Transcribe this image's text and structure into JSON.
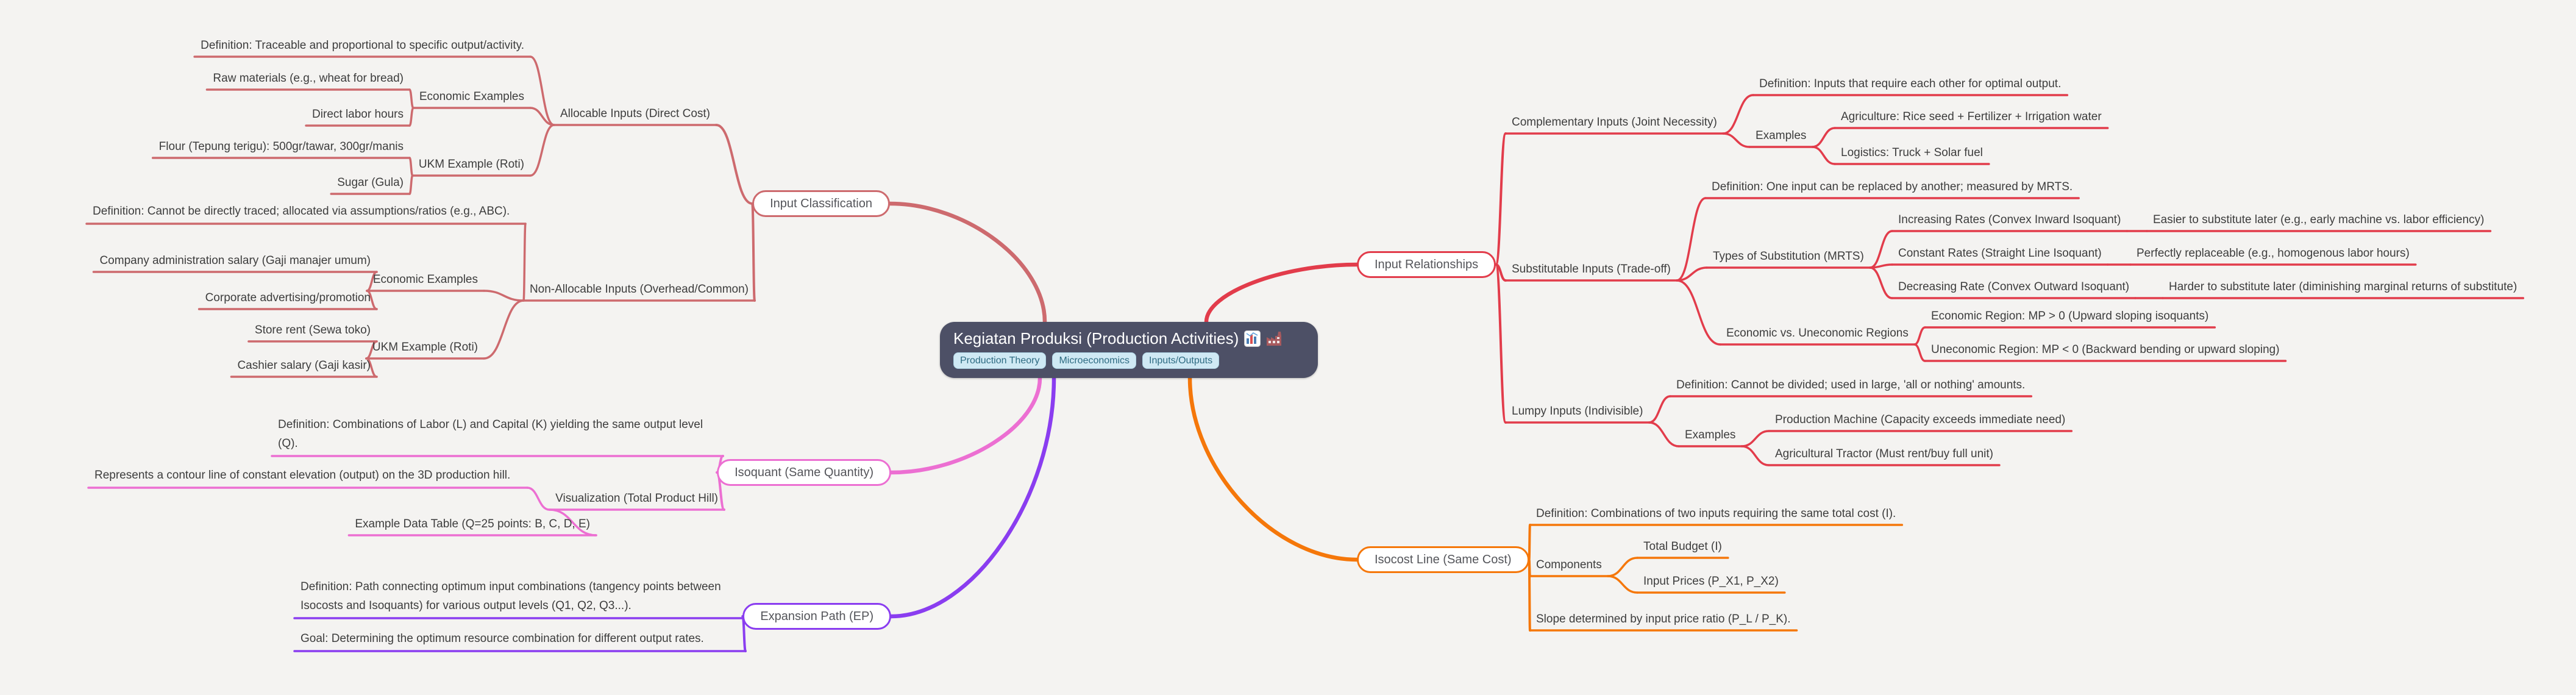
{
  "root": {
    "title": "Kegiatan Produksi (Production Activities)",
    "icons": [
      "bar-chart-icon",
      "factory-icon"
    ],
    "tags": [
      "Production Theory",
      "Microeconomics",
      "Inputs/Outputs"
    ]
  },
  "colors": {
    "background": "#f4f3f1",
    "root_box_bg": "#4d5066",
    "root_title_text": "#ffffff",
    "tag_bg": "#cfe9f4",
    "tag_text": "#2e6b82",
    "leaf_text": "#3d3d3d",
    "box_text": "#54555a",
    "b1": "#cd6a6e",
    "b2": "#e23c4b",
    "b3": "#ec6fd2",
    "b4": "#f5770a",
    "b5": "#8a3df0"
  },
  "map": {
    "input_classification": {
      "label": "Input Classification",
      "allocable": {
        "label": "Allocable Inputs (Direct Cost)",
        "definition": "Definition: Traceable and proportional to specific output/activity.",
        "economic_examples": {
          "label": "Economic Examples",
          "items": [
            "Raw materials (e.g., wheat for bread)",
            "Direct labor hours"
          ]
        },
        "ukm_example": {
          "label": "UKM Example (Roti)",
          "items": [
            "Flour (Tepung terigu): 500gr/tawar, 300gr/manis",
            "Sugar (Gula)"
          ]
        }
      },
      "non_allocable": {
        "label": "Non-Allocable Inputs (Overhead/Common)",
        "definition": "Definition: Cannot be directly traced; allocated via assumptions/ratios (e.g., ABC).",
        "economic_examples": {
          "label": "Economic Examples",
          "items": [
            "Company administration salary (Gaji manajer umum)",
            "Corporate advertising/promotion"
          ]
        },
        "ukm_example": {
          "label": "UKM Example (Roti)",
          "items": [
            "Store rent (Sewa toko)",
            "Cashier salary (Gaji kasir)"
          ]
        }
      }
    },
    "input_relationships": {
      "label": "Input Relationships",
      "complementary": {
        "label": "Complementary Inputs (Joint Necessity)",
        "definition": "Definition: Inputs that require each other for optimal output.",
        "examples": {
          "label": "Examples",
          "items": [
            "Agriculture: Rice seed + Fertilizer + Irrigation water",
            "Logistics: Truck + Solar fuel"
          ]
        }
      },
      "substitutable": {
        "label": "Substitutable Inputs (Trade-off)",
        "definition": "Definition: One input can be replaced by another; measured by MRTS.",
        "types": {
          "label": "Types of Substitution (MRTS)",
          "increasing": {
            "label": "Increasing Rates (Convex Inward Isoquant)",
            "note": "Easier to substitute later (e.g., early machine vs. labor efficiency)"
          },
          "constant": {
            "label": "Constant Rates (Straight Line Isoquant)",
            "note": "Perfectly replaceable (e.g., homogenous labor hours)"
          },
          "decreasing": {
            "label": "Decreasing Rate (Convex Outward Isoquant)",
            "note": "Harder to substitute later (diminishing marginal returns of substitute)"
          }
        },
        "regions": {
          "label": "Economic vs. Uneconomic Regions",
          "economic": "Economic Region: MP > 0 (Upward sloping isoquants)",
          "uneconomic": "Uneconomic Region: MP < 0 (Backward bending or upward sloping)"
        }
      },
      "lumpy": {
        "label": "Lumpy Inputs (Indivisible)",
        "definition": "Definition: Cannot be divided; used in large, 'all or nothing' amounts.",
        "examples": {
          "label": "Examples",
          "items": [
            "Production Machine (Capacity exceeds immediate need)",
            "Agricultural Tractor (Must rent/buy full unit)"
          ]
        }
      }
    },
    "isoquant": {
      "label": "Isoquant (Same Quantity)",
      "definition": "Definition: Combinations of Labor (L) and Capital (K) yielding the same output level (Q).",
      "visualization": {
        "label": "Visualization (Total Product Hill)",
        "contour": "Represents a contour line of constant elevation (output) on the 3D production hill.",
        "example_table": "Example Data Table (Q=25 points: B, C, D, E)"
      }
    },
    "isocost": {
      "label": "Isocost Line (Same Cost)",
      "definition": "Definition: Combinations of two inputs requiring the same total cost (I).",
      "components": {
        "label": "Components",
        "items": [
          "Total Budget (I)",
          "Input Prices (P_X1, P_X2)"
        ]
      },
      "slope": "Slope determined by input price ratio (P_L / P_K)."
    },
    "expansion_path": {
      "label": "Expansion Path (EP)",
      "definition": "Definition: Path connecting optimum input combinations (tangency points between Isocosts and Isoquants) for various output levels (Q1, Q2, Q3...).",
      "goal": "Goal: Determining the optimum resource combination for different output rates."
    }
  }
}
